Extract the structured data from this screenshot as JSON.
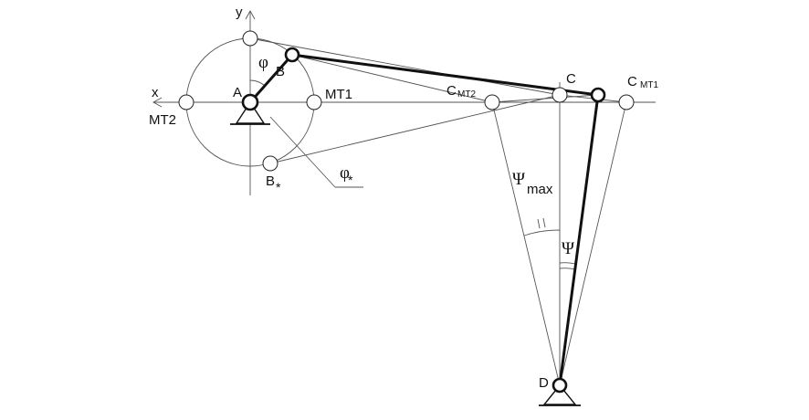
{
  "labels": {
    "axis_x": "x",
    "axis_y": "y",
    "point_a": "A",
    "point_b": "B",
    "point_b_star": "B",
    "star": "*",
    "point_c": "C",
    "point_d": "D",
    "mt1": "MT1",
    "mt2": "MT2",
    "c_mt2_letter": "C",
    "c_mt2_sub": "MT2",
    "c_mt1_letter": "C",
    "c_mt1_sub": "MT1",
    "phi": "φ",
    "phi_star": "φ",
    "psi_max": "Ψ",
    "psi_max_sub": "max",
    "psi": "Ψ"
  }
}
